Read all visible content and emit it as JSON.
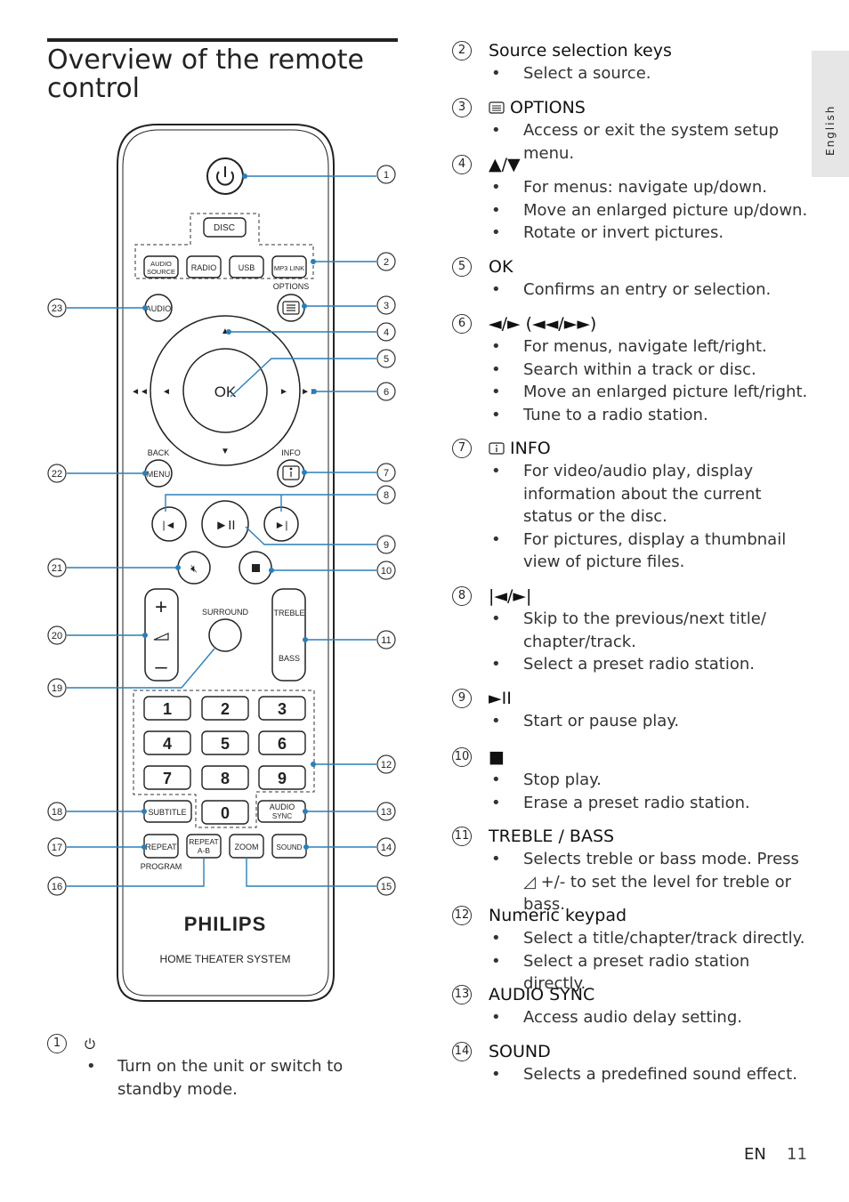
{
  "page": {
    "title": "Overview of the remote control",
    "tab_label": "English",
    "footer_lang": "EN",
    "page_number": "11"
  },
  "remote": {
    "buttons": {
      "disc": "DISC",
      "audio_source_1": "AUDIO",
      "audio_source_2": "SOURCE",
      "radio": "RADIO",
      "usb": "USB",
      "mp3link": "MP3 LINK",
      "options": "OPTIONS",
      "audio": "AUDIO",
      "ok": "OK",
      "back": "BACK",
      "menu": "MENU",
      "info": "INFO",
      "surround": "SURROUND",
      "treble": "TREBLE",
      "bass": "BASS",
      "subtitle": "SUBTITLE",
      "audiosync_1": "AUDIO",
      "audiosync_2": "SYNC",
      "repeat": "REPEAT",
      "repeatab_1": "REPEAT",
      "repeatab_2": "A-B",
      "zoom": "ZOOM",
      "sound": "SOUND",
      "program": "PROGRAM",
      "plus": "+",
      "minus": "–"
    },
    "digits": [
      "1",
      "2",
      "3",
      "4",
      "5",
      "6",
      "7",
      "8",
      "9",
      "0"
    ],
    "brand": "PHILIPS",
    "product": "HOME THEATER SYSTEM",
    "callouts_right": [
      "1",
      "2",
      "3",
      "4",
      "5",
      "6",
      "7",
      "8",
      "9",
      "10",
      "11",
      "12",
      "13",
      "14",
      "15"
    ],
    "callouts_left": [
      "23",
      "22",
      "21",
      "20",
      "19",
      "18",
      "17",
      "16"
    ]
  },
  "items": [
    {
      "num": "1",
      "label": "",
      "icon": "power-icon",
      "bullets": [
        "Turn on the unit or switch to standby mode."
      ]
    },
    {
      "num": "2",
      "label": "Source selection keys",
      "bullets": [
        "Select a source."
      ]
    },
    {
      "num": "3",
      "label": "OPTIONS",
      "icon": "options-icon",
      "bullets": [
        "Access or exit the system setup menu."
      ]
    },
    {
      "num": "4",
      "label": "▲/▼",
      "bullets": [
        "For menus: navigate up/down.",
        "Move an enlarged picture up/down.",
        "Rotate or invert pictures."
      ]
    },
    {
      "num": "5",
      "label": "OK",
      "bullets": [
        "Confirms an entry or selection."
      ]
    },
    {
      "num": "6",
      "label": "◄/► (◄◄/►►)",
      "bullets": [
        "For menus, navigate left/right.",
        "Search within a track or disc.",
        "Move an enlarged picture left/right.",
        "Tune to a radio station."
      ]
    },
    {
      "num": "7",
      "label": "INFO",
      "icon": "info-icon",
      "bullets": [
        "For video/audio play, display information about the current status or the disc.",
        "For pictures, display a thumbnail view of picture files."
      ]
    },
    {
      "num": "8",
      "label": "|◄/►|",
      "bullets": [
        "Skip to the previous/next title/ chapter/track.",
        "Select a preset radio station."
      ]
    },
    {
      "num": "9",
      "label": "►II",
      "bullets": [
        "Start or pause play."
      ]
    },
    {
      "num": "10",
      "label": "■",
      "bullets": [
        "Stop play.",
        "Erase a preset radio station."
      ]
    },
    {
      "num": "11",
      "label": "TREBLE / BASS",
      "bullets": [
        "Selects treble or bass mode. Press ◿ +/- to set the level for treble or bass."
      ]
    },
    {
      "num": "12",
      "label": "Numeric keypad",
      "bullets": [
        "Select a title/chapter/track directly.",
        "Select a preset radio station directly."
      ]
    },
    {
      "num": "13",
      "label": "AUDIO SYNC",
      "bullets": [
        "Access audio delay setting."
      ]
    },
    {
      "num": "14",
      "label": "SOUND",
      "bullets": [
        "Selects a predefined sound effect."
      ]
    }
  ]
}
